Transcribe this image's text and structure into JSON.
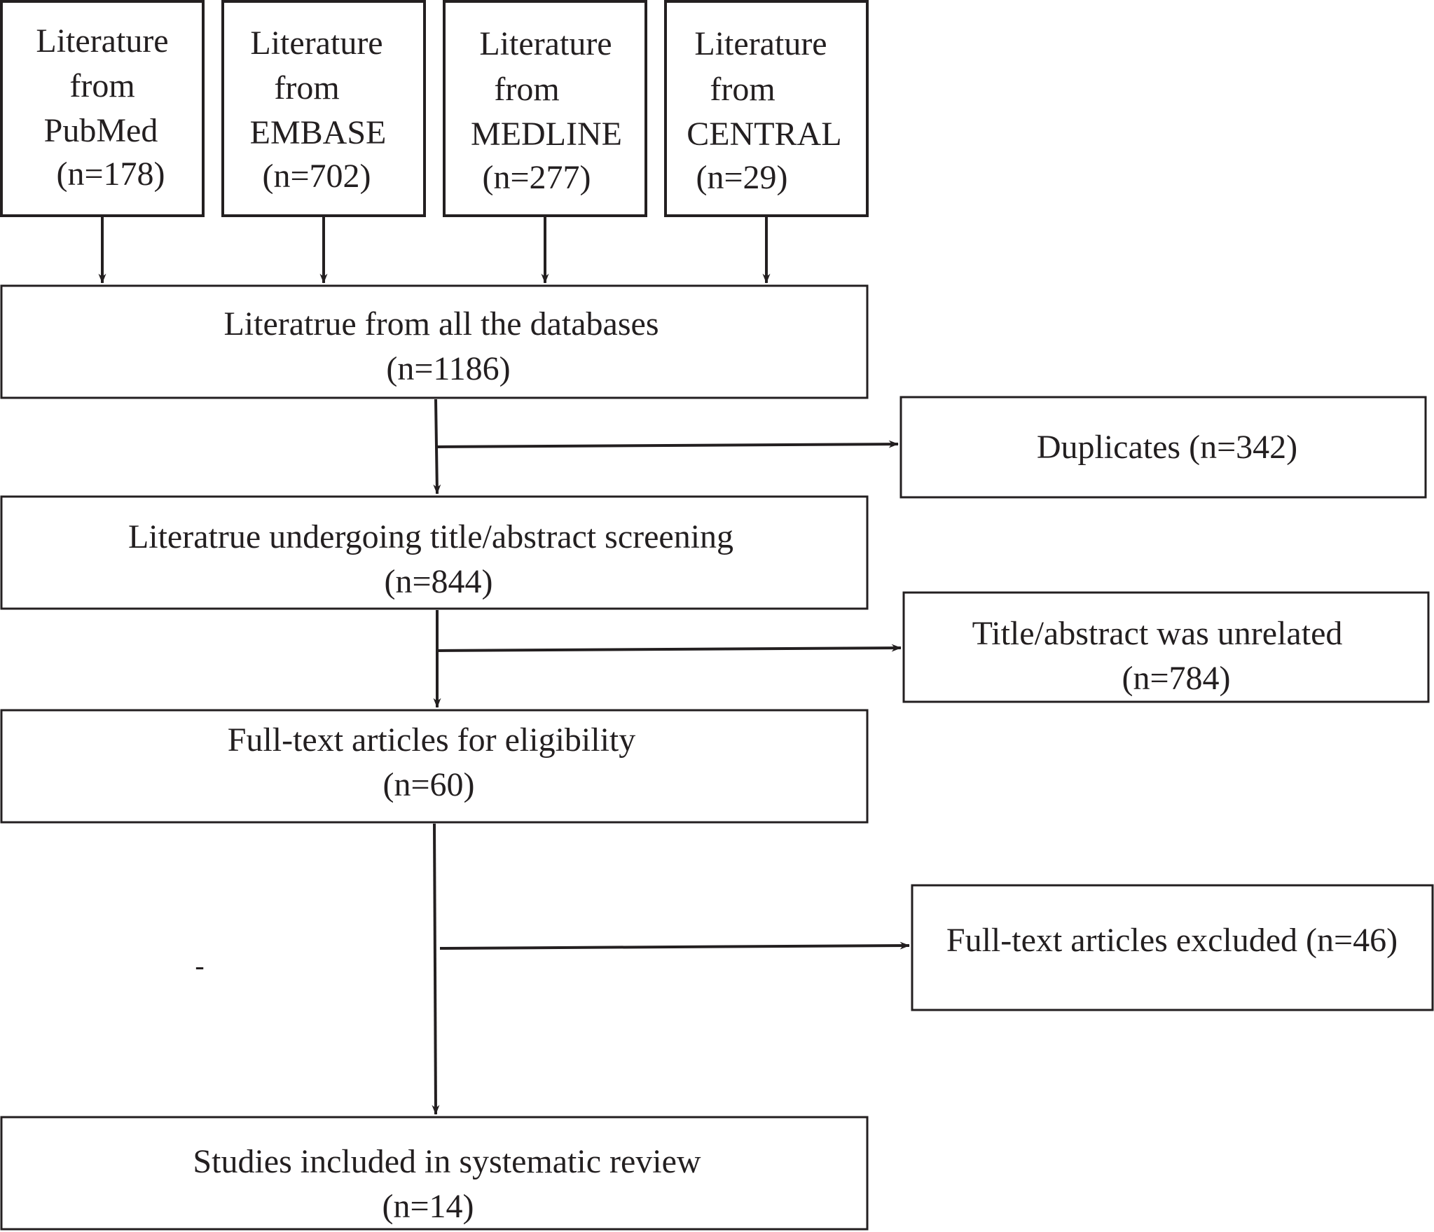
{
  "sources": [
    {
      "lines": [
        "Literature",
        "from",
        "PubMed",
        "(n=178)"
      ]
    },
    {
      "lines": [
        "Literature",
        "from",
        "EMBASE",
        "(n=702)"
      ]
    },
    {
      "lines": [
        "Literature",
        "from",
        "MEDLINE",
        "(n=277)"
      ]
    },
    {
      "lines": [
        "Literature",
        "from",
        "CENTRAL",
        "(n=29)"
      ]
    }
  ],
  "stages": [
    {
      "lines": [
        "Literatrue from all the databases",
        "(n=1186)"
      ]
    },
    {
      "lines": [
        "Literatrue undergoing title/abstract screening",
        "(n=844)"
      ]
    },
    {
      "lines": [
        "Full-text articles for eligibility",
        "(n=60)"
      ]
    },
    {
      "lines": [
        "Studies included in systematic review",
        "(n=14)"
      ]
    }
  ],
  "exclusions": [
    {
      "lines": [
        "Duplicates (n=342)"
      ]
    },
    {
      "lines": [
        "Title/abstract was unrelated",
        "(n=784)"
      ]
    },
    {
      "lines": [
        "Full-text articles excluded (n=46)"
      ]
    }
  ],
  "stray_mark": "-",
  "colors": {
    "stroke": "#231f20",
    "background": "#ffffff"
  }
}
